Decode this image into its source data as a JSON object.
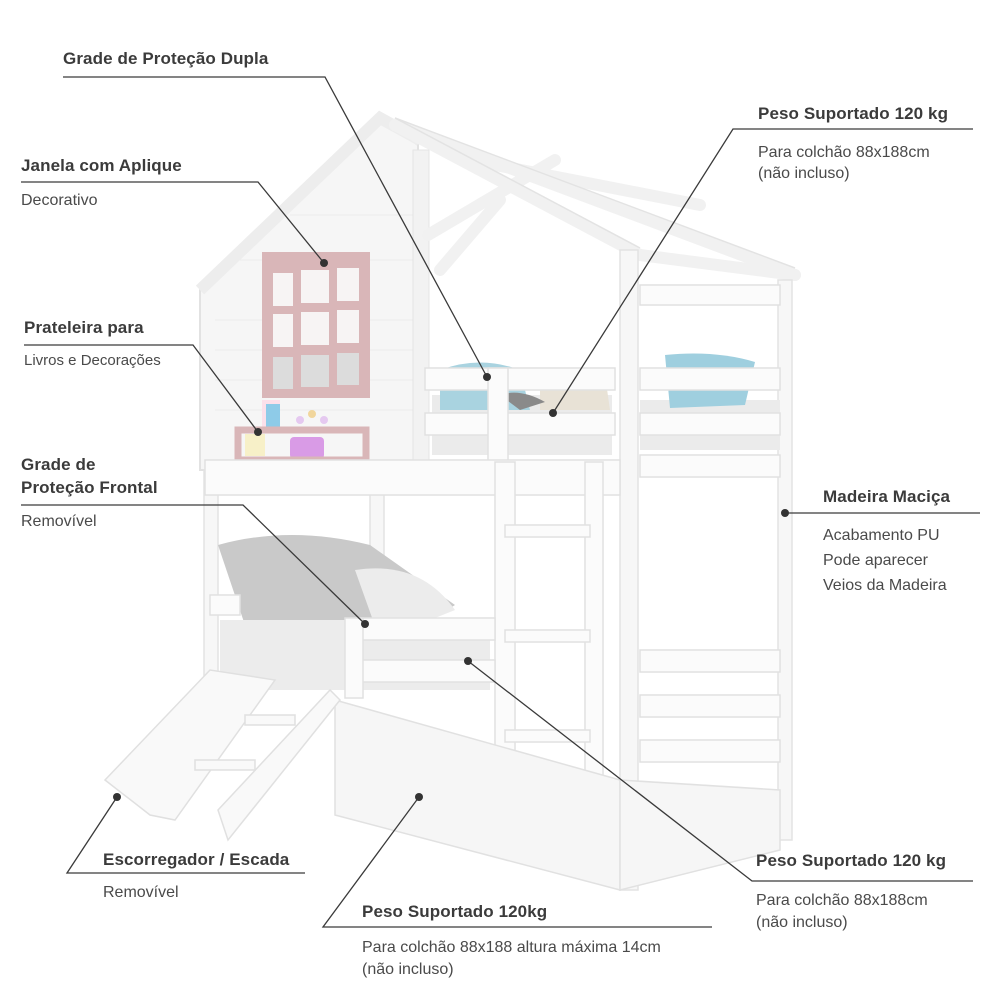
{
  "colors": {
    "background": "#ffffff",
    "text_title": "#3b3b3b",
    "text_sub": "#4a4a4a",
    "leader_line": "#3a3a3a",
    "wood": "#ffffff",
    "wood_shade": "#e9e9e9",
    "window_pink": "#d9b6b8",
    "pillow_blue": "#a9d3e0",
    "pillow_gray": "#c4c4c4",
    "mattress": "#ececec"
  },
  "callouts": {
    "grade_dupla": {
      "title": "Grade de Proteção Dupla"
    },
    "janela": {
      "title": "Janela com Aplique",
      "sub": "Decorativo"
    },
    "prateleira": {
      "title": "Prateleira para",
      "sub": "Livros e Decorações"
    },
    "grade_frontal": {
      "title_line1": "Grade de",
      "title_line2": "Proteção Frontal",
      "sub": "Removível"
    },
    "escorregador": {
      "title": "Escorregador / Escada",
      "sub": "Removível"
    },
    "auxiliar": {
      "title": "Peso Suportado 120kg",
      "sub_line1": "Para colchão 88x188 altura máxima 14cm",
      "sub_line2": "(não incluso)"
    },
    "peso_superior": {
      "title": "Peso Suportado 120 kg",
      "sub_line1": "Para colchão 88x188cm",
      "sub_line2": "(não incluso)"
    },
    "madeira": {
      "title": "Madeira Maciça",
      "sub_line1": "Acabamento PU",
      "sub_line2": "Pode aparecer",
      "sub_line3": "Veios da Madeira"
    },
    "peso_inferior": {
      "title": "Peso Suportado 120 kg",
      "sub_line1": "Para colchão 88x188cm",
      "sub_line2": "(não incluso)"
    }
  }
}
